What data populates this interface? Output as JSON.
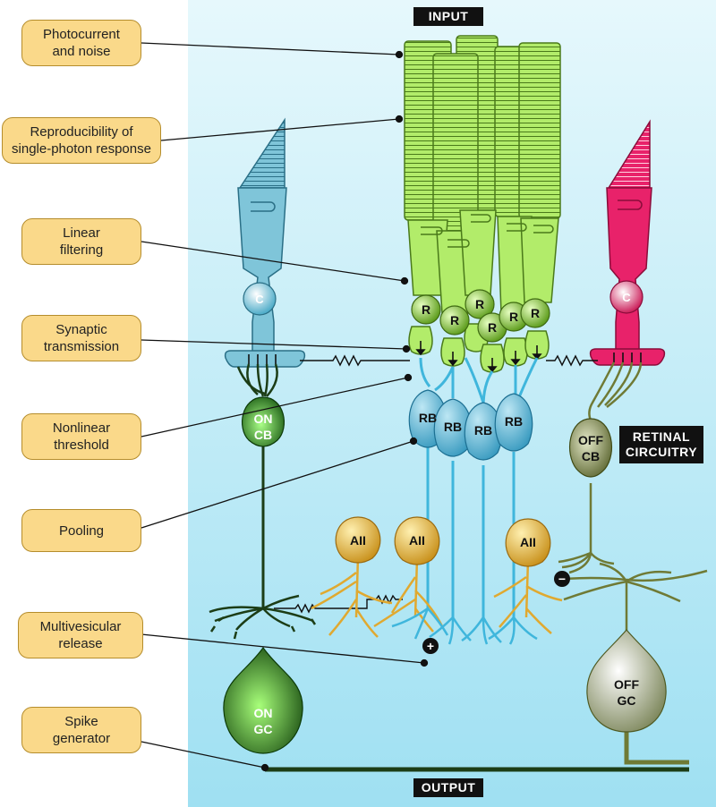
{
  "header": {
    "input_label": "INPUT",
    "output_label": "OUTPUT"
  },
  "side_tag": {
    "line1": "RETINAL",
    "line2": "CIRCUITRY"
  },
  "labels": [
    {
      "line1": "Photocurrent",
      "line2": "and noise"
    },
    {
      "line1": "Reproducibility of",
      "line2": "single-photon response"
    },
    {
      "line1": "Linear",
      "line2": "filtering"
    },
    {
      "line1": "Synaptic",
      "line2": "transmission"
    },
    {
      "line1": "Nonlinear",
      "line2": "threshold"
    },
    {
      "line1": "Pooling",
      "line2": ""
    },
    {
      "line1": "Multivesicular",
      "line2": "release"
    },
    {
      "line1": "Spike",
      "line2": "generator"
    }
  ],
  "cells": {
    "cone": "C",
    "rod": "R",
    "rod_bipolar": "RB",
    "amacrine": "AII",
    "on_cb": {
      "line1": "ON",
      "line2": "CB"
    },
    "off_cb": {
      "line1": "OFF",
      "line2": "CB"
    },
    "on_gc": {
      "line1": "ON",
      "line2": "GC"
    },
    "off_gc": {
      "line1": "OFF",
      "line2": "GC"
    }
  },
  "signs": {
    "plus": "+",
    "minus": "−"
  },
  "colors": {
    "background_top": "#e6f8fc",
    "background_bottom": "#9fe0f2",
    "label_fill": "#fad98a",
    "rod": "#b2ec6a",
    "on_cone": "#7fc5d9",
    "off_cone": "#e8226a",
    "rod_bipolar": "#3fb6dc",
    "amacrine": "#e0a930",
    "off_pathway": "#6f7a35",
    "on_pathway": "#1c3d16"
  }
}
